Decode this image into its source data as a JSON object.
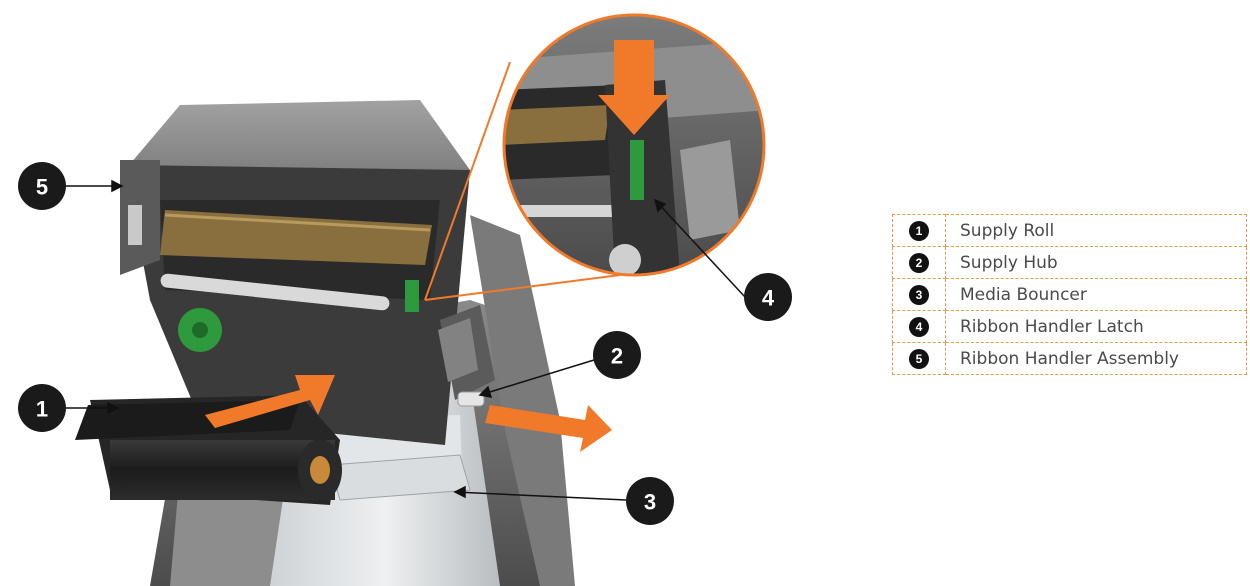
{
  "callouts": [
    {
      "number": "1"
    },
    {
      "number": "2"
    },
    {
      "number": "3"
    },
    {
      "number": "4"
    },
    {
      "number": "5"
    }
  ],
  "legend": [
    {
      "icon": "1",
      "label": "Supply Roll"
    },
    {
      "icon": "2",
      "label": "Supply Hub"
    },
    {
      "icon": "3",
      "label": "Media Bouncer"
    },
    {
      "icon": "4",
      "label": "Ribbon Handler Latch"
    },
    {
      "icon": "5",
      "label": "Ribbon Handler Assembly"
    }
  ],
  "colors": {
    "accent": "#f07a2a",
    "printer_body": "#6f6f6f",
    "printer_dark": "#2e2e2e",
    "callout_fill": "#1a1a1a",
    "legend_border": "#e69a4a"
  }
}
